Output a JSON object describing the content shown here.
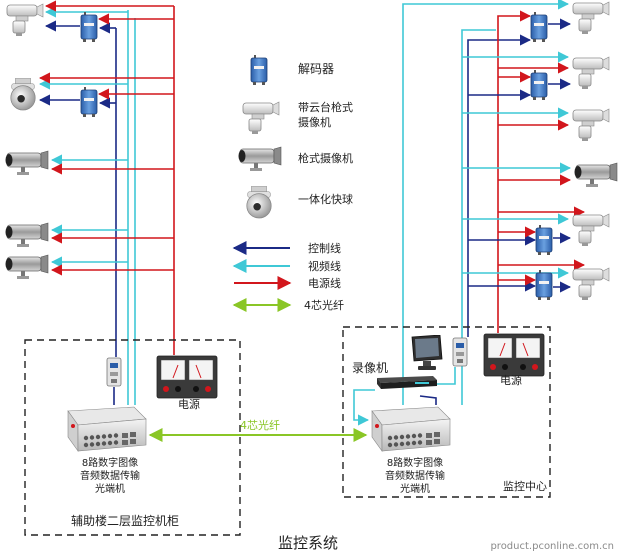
{
  "legend": {
    "decoder": "解码器",
    "ptz_camera_line1": "带云台枪式",
    "ptz_camera_line2": "摄像机",
    "bullet_camera": "枪式摄像机",
    "speed_dome": "一体化快球",
    "control_line": "控制线",
    "video_line": "视频线",
    "power_line": "电源线",
    "fiber_line": "4芯光纤"
  },
  "left_cabinet": {
    "power_label": "电源",
    "transceiver_line1": "8路数字图像",
    "transceiver_line2": "音频数据传输",
    "transceiver_line3": "光端机",
    "cabinet_label": "辅助楼二层监控机柜"
  },
  "fiber_label": "4芯光纤",
  "right_center": {
    "recorder_label": "录像机",
    "power_label": "电源",
    "transceiver_line1": "8路数字图像",
    "transceiver_line2": "音频数据传输",
    "transceiver_line3": "光端机",
    "center_label": "监控中心"
  },
  "title": "监控系统",
  "watermark": "product.pconline.com.cn",
  "colors": {
    "control": "#1b2a86",
    "video": "#3fc8d6",
    "power": "#d2161c",
    "fiber": "#8ac626"
  }
}
